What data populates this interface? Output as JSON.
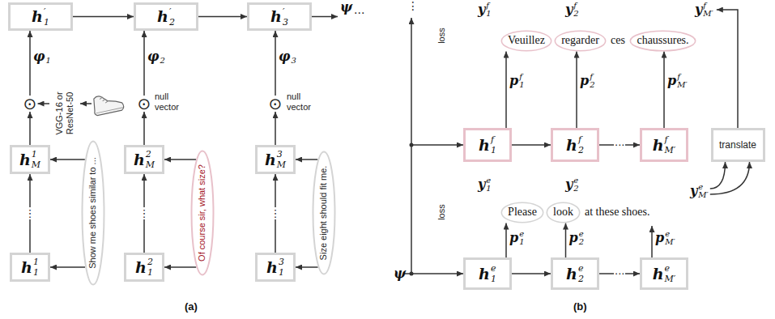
{
  "diagram": {
    "nodes": [
      {
        "text": [
          "h",
          "′",
          "1"
        ]
      },
      {
        "text": [
          "h",
          "′",
          "2"
        ]
      },
      {
        "text": [
          "h",
          "′",
          "3"
        ]
      },
      {
        "text": [
          "⊙"
        ]
      },
      {
        "text": [
          "⊙"
        ]
      },
      {
        "text": [
          "⊙"
        ]
      },
      {
        "text": [
          "VGG-16 or ResNet-50"
        ]
      },
      {
        "text": [
          "h",
          "1",
          "M"
        ]
      },
      {
        "text": [
          "Show me shoes similar to ..."
        ]
      },
      {
        "text": [
          "h",
          "1",
          "1"
        ]
      },
      {
        "text": [
          "h",
          "2",
          "M"
        ]
      },
      {
        "text": [
          "Of course sir, what size?"
        ]
      },
      {
        "text": [
          "h",
          "2",
          "1"
        ]
      },
      {
        "text": [
          "h",
          "3",
          "M"
        ]
      },
      {
        "text": [
          "Size eight should fit me."
        ]
      },
      {
        "text": [
          "h",
          "3",
          "1"
        ]
      },
      {
        "text": [
          "Veuillez"
        ]
      },
      {
        "text": [
          "regarder"
        ]
      },
      {
        "text": [
          "chaussures."
        ]
      },
      {
        "text": [
          "h",
          "f",
          "1"
        ]
      },
      {
        "text": [
          "h",
          "f",
          "2"
        ]
      },
      {
        "text": [
          "h",
          "f",
          "M′"
        ]
      },
      {
        "text": [
          "translate"
        ]
      },
      {
        "text": [
          "Please"
        ]
      },
      {
        "text": [
          "look"
        ]
      },
      {
        "text": [
          "h",
          "e",
          "1"
        ]
      },
      {
        "text": [
          "h",
          "e",
          "2"
        ]
      },
      {
        "text": [
          "h",
          "e",
          "M′"
        ]
      }
    ],
    "edges": [
      {
        "from": 0,
        "to": 1,
        "arrow": "to"
      },
      {
        "from": 1,
        "to": 2,
        "arrow": "to"
      },
      {
        "from": 3,
        "to": 0,
        "arrow": "to"
      },
      {
        "from": 4,
        "to": 1,
        "arrow": "to"
      },
      {
        "from": 5,
        "to": 2,
        "arrow": "to"
      },
      {
        "from": 6,
        "to": 3,
        "arrow": "to"
      },
      {
        "from": 7,
        "to": 3,
        "arrow": "to"
      },
      {
        "from": 8,
        "to": 7,
        "arrow": "to"
      },
      {
        "from": 8,
        "to": 9,
        "arrow": "to"
      },
      {
        "from": 9,
        "to": 7,
        "arrow": "to",
        "label": "⋮"
      },
      {
        "from": 10,
        "to": 4,
        "arrow": "to"
      },
      {
        "from": 11,
        "to": 10,
        "arrow": "to"
      },
      {
        "from": 11,
        "to": 12,
        "arrow": "to"
      },
      {
        "from": 12,
        "to": 10,
        "arrow": "to",
        "label": "⋮"
      },
      {
        "from": 13,
        "to": 5,
        "arrow": "to"
      },
      {
        "from": 14,
        "to": 13,
        "arrow": "to"
      },
      {
        "from": 14,
        "to": 15,
        "arrow": "to"
      },
      {
        "from": 15,
        "to": 13,
        "arrow": "to",
        "label": "⋮"
      },
      {
        "from": 19,
        "to": 20,
        "arrow": "to"
      },
      {
        "from": 20,
        "to": 21,
        "arrow": "to",
        "label": "···"
      },
      {
        "from": 25,
        "to": 26,
        "arrow": "to"
      },
      {
        "from": 26,
        "to": 27,
        "arrow": "to",
        "label": "···"
      },
      {
        "from": 19,
        "to": 16,
        "arrow": "to"
      },
      {
        "from": 20,
        "to": 17,
        "arrow": "to"
      },
      {
        "from": 21,
        "to": 18,
        "arrow": "to"
      },
      {
        "from": 25,
        "to": 23,
        "arrow": "to"
      },
      {
        "from": 26,
        "to": 24,
        "arrow": "to"
      }
    ],
    "labels": [
      "ψ",
      "···",
      "φ",
      "1",
      "φ",
      "2",
      "φ",
      "3",
      "null vector",
      "null vector",
      "(a)",
      "⋮",
      "y",
      "f",
      "1",
      "y",
      "f",
      "2",
      "y",
      "f",
      "M′",
      "loss",
      "ces",
      "p",
      "f",
      "1",
      "p",
      "f",
      "2",
      "p",
      "f",
      "M′",
      "y",
      "e",
      "1",
      "y",
      "e",
      "2",
      "y",
      "e",
      "M′",
      "loss",
      "at these shoes.",
      "p",
      "e",
      "1",
      "p",
      "e",
      "2",
      "p",
      "e",
      "M′",
      "ψ",
      "(b)"
    ]
  }
}
